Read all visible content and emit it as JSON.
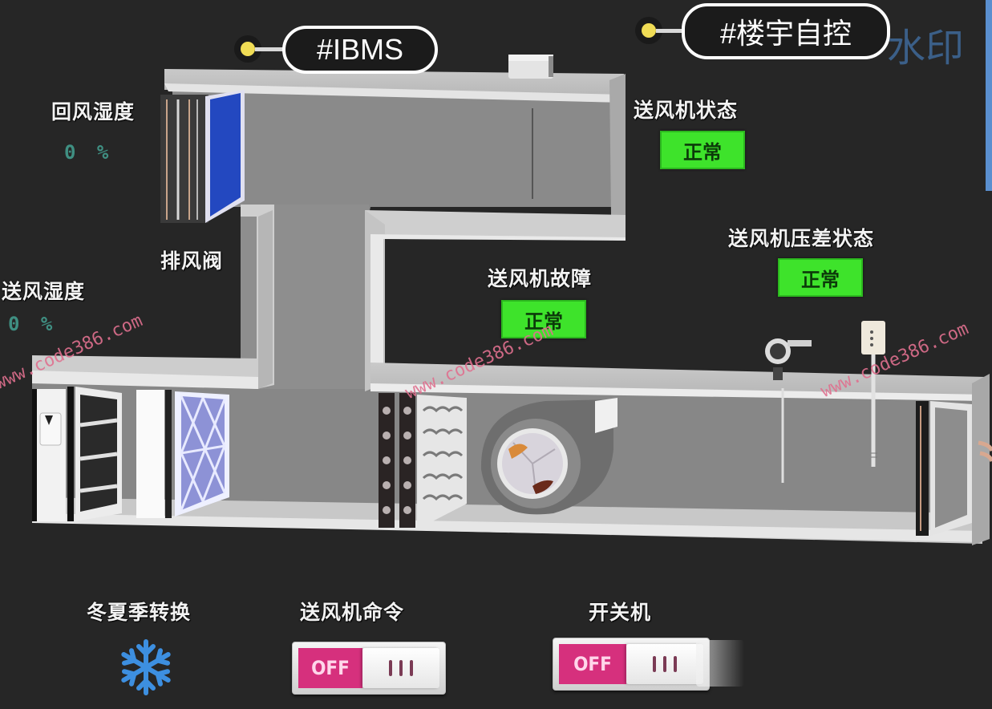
{
  "tags": {
    "ibms": "#IBMS",
    "building_automation": "#楼宇自控"
  },
  "watermark_text": "水印",
  "site_watermarks": [
    "www.code386.com",
    "www.code386.com",
    "www.code386.com"
  ],
  "sensors": {
    "return_air_humidity": {
      "label": "回风湿度",
      "value": "0 %"
    },
    "supply_air_humidity": {
      "label": "送风湿度",
      "value": "0 %"
    },
    "exhaust_damper": {
      "label": "排风阀"
    }
  },
  "status_indicators": {
    "fan_status": {
      "label": "送风机状态",
      "value": "正常"
    },
    "fan_fault": {
      "label": "送风机故障",
      "value": "正常"
    },
    "fan_pressure_diff": {
      "label": "送风机压差状态",
      "value": "正常"
    }
  },
  "controls": {
    "season_switch": {
      "label": "冬夏季转换",
      "icon": "snowflake-icon",
      "mode": "winter"
    },
    "fan_command": {
      "label": "送风机命令",
      "state": "OFF"
    },
    "power": {
      "label": "开关机",
      "state": "OFF"
    }
  },
  "colors": {
    "background": "#262626",
    "status_ok": "#3ee32b",
    "toggle_off": "#d6307d",
    "snowflake": "#3d8fe0",
    "humidity_value": "#3f8f82"
  }
}
